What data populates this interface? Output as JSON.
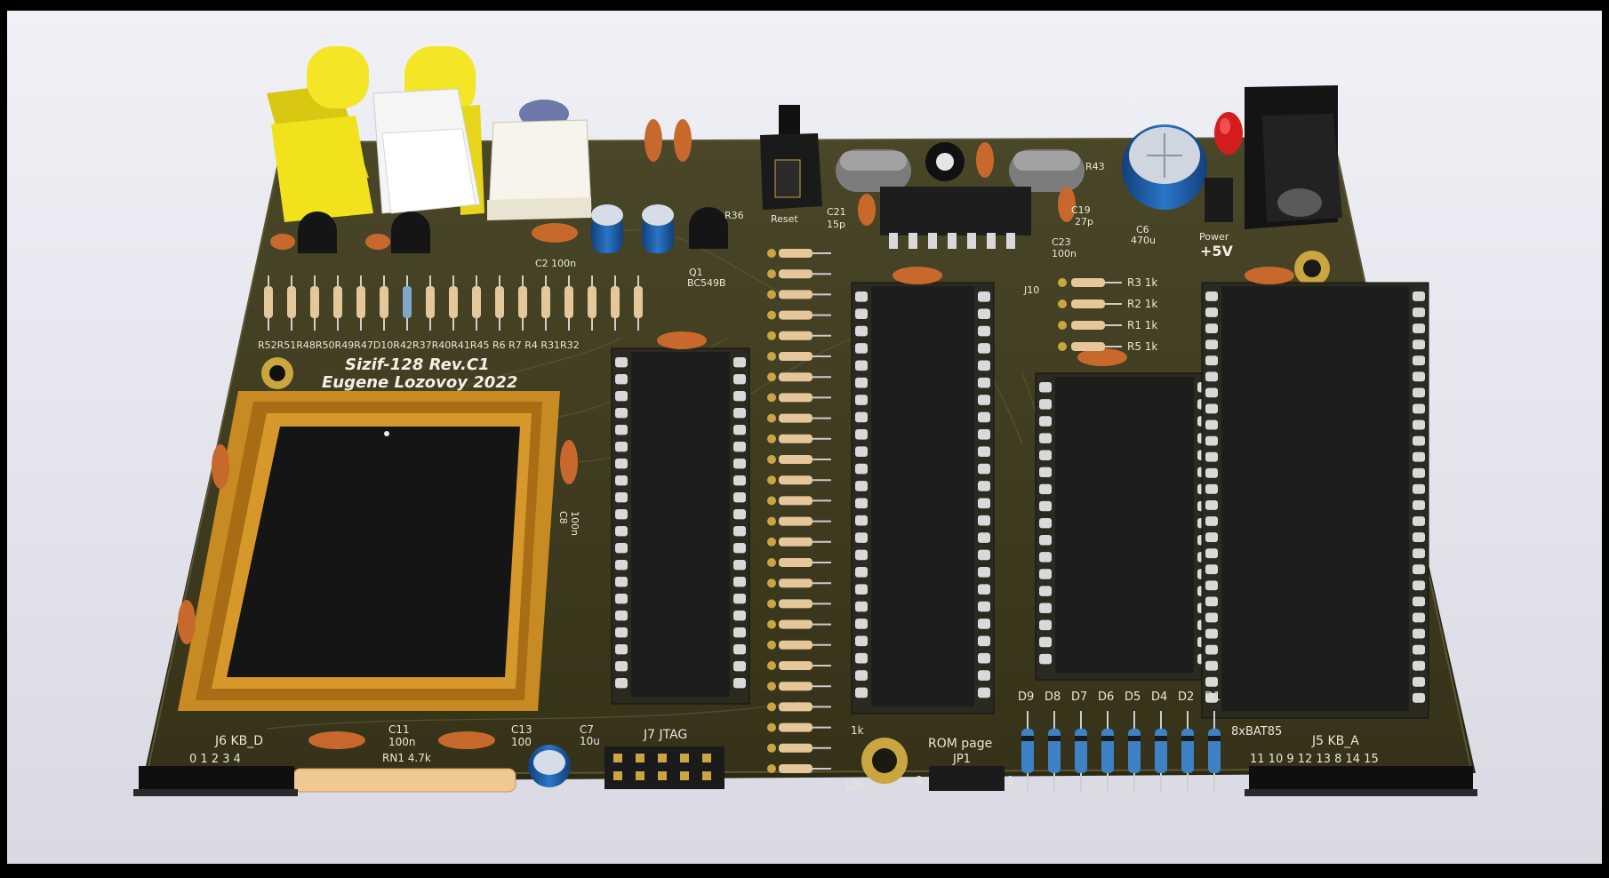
{
  "board": {
    "title": "Sizif-128 Rev.C1",
    "author": "Eugene Lozovoy 2022",
    "power_label": "Power",
    "voltage_label": "+5V",
    "reset_label": "Reset",
    "rom_page_label": "ROM page",
    "jumper_label": "JP1",
    "jtag_label": "J7 JTAG",
    "j10_label": "J10",
    "kb_d_label": "J6 KB_D",
    "kb_a_label": "J5 KB_A",
    "kb_d_pins": "0 1 2 3 4",
    "kb_a_pins": "11 10 9 12 13 8 14 15",
    "diode_array_label": "8xBAT85",
    "diode_labels": [
      "D9",
      "D8",
      "D7",
      "D6",
      "D5",
      "D4",
      "D2",
      "D1"
    ],
    "resistor_row_labels": "R52R51R48R50R49R47D10R42R37R40R41R45 R6  R7 R4 R31R32",
    "right_resistor_labels": [
      "R3 1k",
      "R2 1k",
      "R1 1k",
      "R5 1k"
    ],
    "q1_label": "Q1",
    "q1_part": "BC549B",
    "c2_label": "C2 100n",
    "c6_label": "C6",
    "c6_value": "470u",
    "c7_label": "C7",
    "c7_value": "10u",
    "c8_label": "C8",
    "c8_value": "100n",
    "c11_label": "C11",
    "c11_value": "100n",
    "c13_label": "C13",
    "c13_value": "100",
    "c19_label": "C19",
    "c19_value": "27p",
    "c21_label": "C21",
    "c21_value": "15p",
    "c23_label": "C23",
    "c23_value": "100n",
    "rn1_label": "RN1 4.7k",
    "r36_label": "R36",
    "r43_label": "R43",
    "res_1k_label": "1k",
    "res_10k_label": "10k",
    "jp_pin0": "0",
    "jp_pin1": "1"
  },
  "colors": {
    "background": "#e9e9ef",
    "pcb": "#3d3a22",
    "chip": "#1d1d1d",
    "socket": "#cfcfcf",
    "yellow_jack": "#f2e21c",
    "white_jack": "#f3f3f3",
    "plcc_frame": "#c88a22",
    "cap_ceramic": "#c7692c",
    "cap_electrolytic": "#1e5fa8"
  }
}
